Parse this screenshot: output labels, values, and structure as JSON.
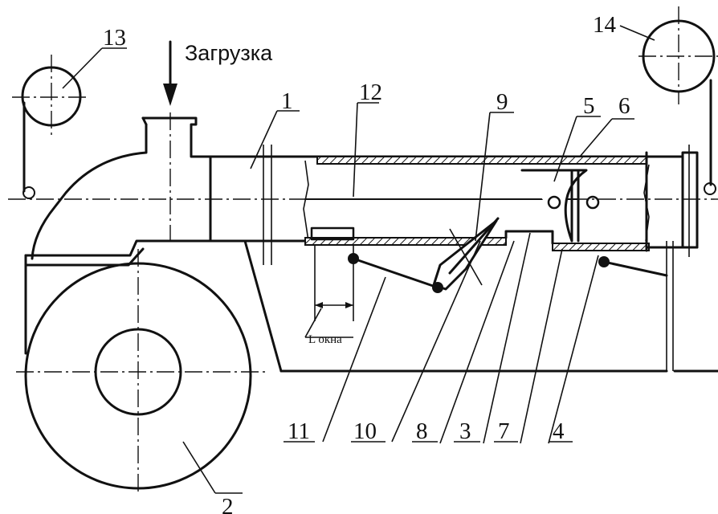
{
  "labels": {
    "load": "Загрузка",
    "window_length": "L окна",
    "n1": "1",
    "n2": "2",
    "n3": "3",
    "n4": "4",
    "n5": "5",
    "n6": "6",
    "n7": "7",
    "n8": "8",
    "n9": "9",
    "n10": "10",
    "n11": "11",
    "n12": "12",
    "n13": "13",
    "n14": "14"
  }
}
